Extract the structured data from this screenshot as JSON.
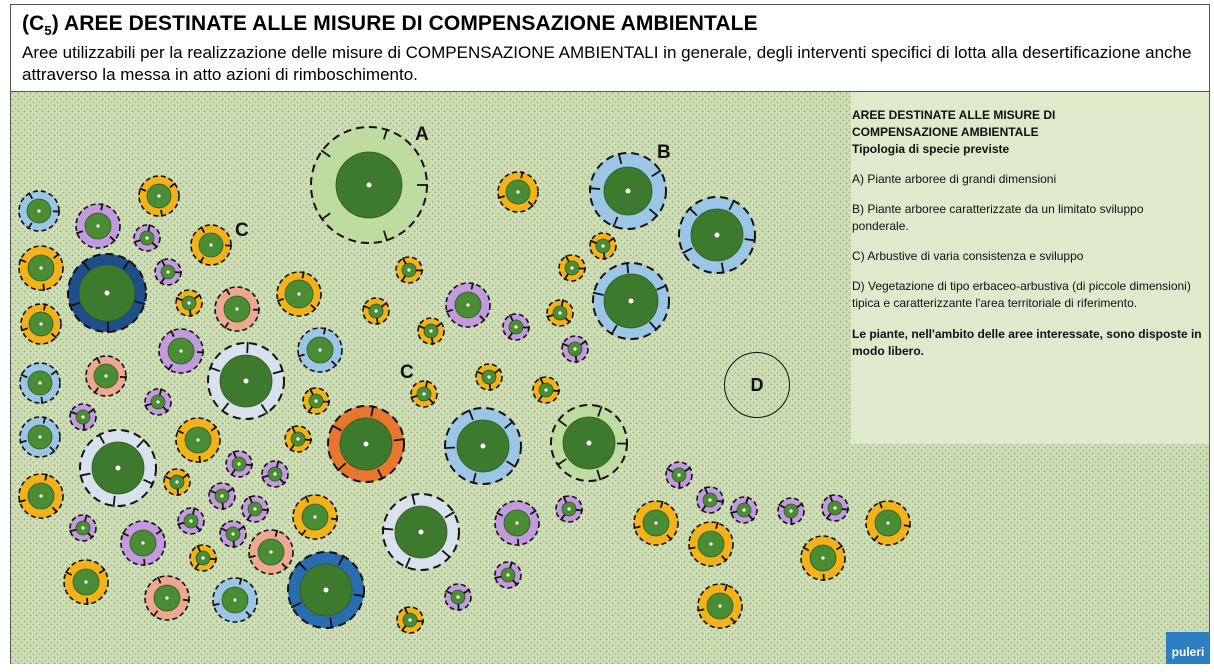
{
  "header": {
    "title_prefix": "(C",
    "title_sub": "5",
    "title_rest": ") AREE DESTINATE ALLE MISURE DI COMPENSAZIONE AMBIENTALE",
    "description": "Aree utilizzabili per la realizzazione delle misure di COMPENSAZIONE AMBIENTALI in generale, degli interventi specifici di lotta alla desertificazione anche attraverso la messa in atto azioni di rimboschimento."
  },
  "legend": {
    "heading_line1": "AREE DESTINATE ALLE MISURE DI",
    "heading_line2": "COMPENSAZIONE AMBIENTALE",
    "heading_line3": "Tipologia di specie previste",
    "item_a": "A) Piante arboree di grandi dimensioni",
    "item_b": "B) Piante arboree caratterizzate da un limitato sviluppo ponderale.",
    "item_c": "C) Arbustive di varia consistenza  e sviluppo",
    "item_d": "D) Vegetazione di tipo erbaceo-arbustiva (di piccole dimensioni) tipica e caratterizzante l'area territoriale di riferimento.",
    "note": "Le piante, nell'ambito delle aree interessate, sono disposte in modo libero."
  },
  "map_labels": {
    "a": "A",
    "b": "B",
    "c1": "C",
    "c2": "C",
    "d": "D"
  },
  "logo": {
    "text": "puleri"
  },
  "colors": {
    "background_texture": "#c8d9ae",
    "inner_green": "#4a8d35",
    "dark_green": "#3e7a2e",
    "light_green_ring": "#bfdca0",
    "light_blue_ring": "#9cc6e6",
    "pale_blue_ring": "#d8e2ee",
    "dark_blue_ring": "#1f4f8a",
    "mid_blue_ring": "#2a6cb0",
    "yellow_ring": "#f3b21a",
    "purple_ring": "#c39ae0",
    "salmon_ring": "#eea88f",
    "orange_ring": "#e8762e",
    "legend_bg": "#dfe9cc",
    "logo_blue": "#2c7fc0"
  }
}
